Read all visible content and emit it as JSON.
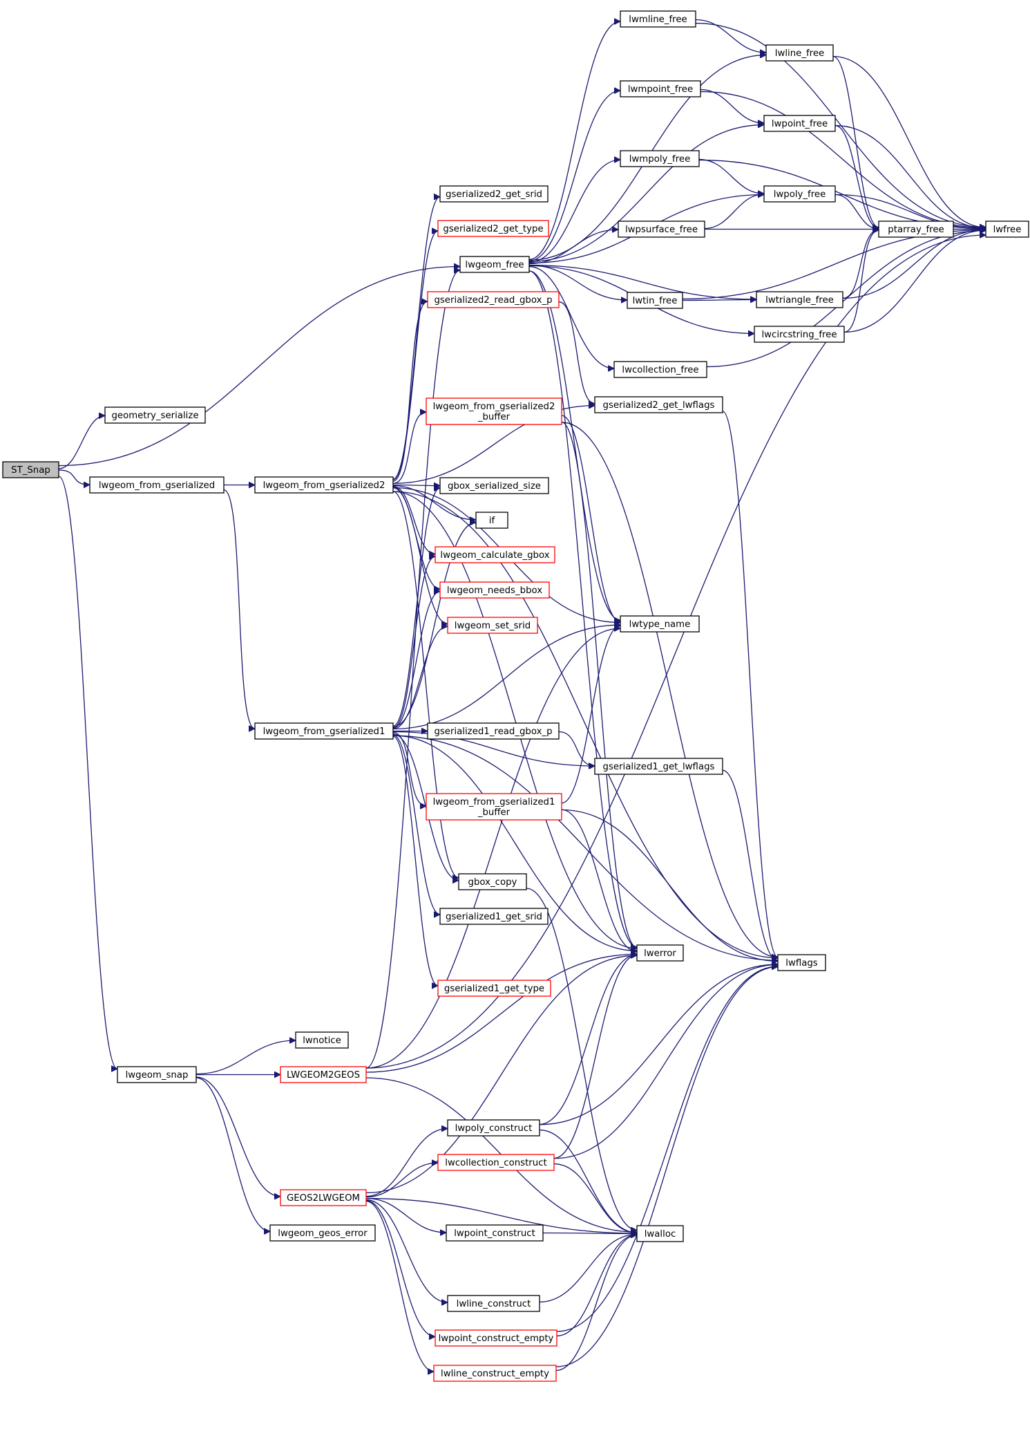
{
  "graph": {
    "nodes": [
      {
        "id": "ST_Snap",
        "lines": [
          "ST_Snap"
        ],
        "style": "root"
      },
      {
        "id": "geometry_serialize",
        "lines": [
          "geometry_serialize"
        ],
        "style": "normal"
      },
      {
        "id": "lwgeom_from_gserialized",
        "lines": [
          "lwgeom_from_gserialized"
        ],
        "style": "normal"
      },
      {
        "id": "lwgeom_free",
        "lines": [
          "lwgeom_free"
        ],
        "style": "normal"
      },
      {
        "id": "lwgeom_snap",
        "lines": [
          "lwgeom_snap"
        ],
        "style": "normal"
      },
      {
        "id": "lwgeom_from_gserialized2",
        "lines": [
          "lwgeom_from_gserialized2"
        ],
        "style": "normal"
      },
      {
        "id": "lwgeom_from_gserialized1",
        "lines": [
          "lwgeom_from_gserialized1"
        ],
        "style": "normal"
      },
      {
        "id": "gserialized2_get_srid",
        "lines": [
          "gserialized2_get_srid"
        ],
        "style": "normal"
      },
      {
        "id": "gserialized2_get_type",
        "lines": [
          "gserialized2_get_type"
        ],
        "style": "red"
      },
      {
        "id": "gserialized2_read_gbox_p",
        "lines": [
          "gserialized2_read_gbox_p"
        ],
        "style": "red"
      },
      {
        "id": "lwgeom_from_gserialized2_buffer",
        "lines": [
          "lwgeom_from_gserialized2",
          "_buffer"
        ],
        "style": "red"
      },
      {
        "id": "gbox_serialized_size",
        "lines": [
          "gbox_serialized_size"
        ],
        "style": "normal"
      },
      {
        "id": "if",
        "lines": [
          "if"
        ],
        "style": "normal"
      },
      {
        "id": "lwgeom_calculate_gbox",
        "lines": [
          "lwgeom_calculate_gbox"
        ],
        "style": "red"
      },
      {
        "id": "lwgeom_needs_bbox",
        "lines": [
          "lwgeom_needs_bbox"
        ],
        "style": "red"
      },
      {
        "id": "lwgeom_set_srid",
        "lines": [
          "lwgeom_set_srid"
        ],
        "style": "red"
      },
      {
        "id": "gserialized1_read_gbox_p",
        "lines": [
          "gserialized1_read_gbox_p"
        ],
        "style": "normal"
      },
      {
        "id": "lwgeom_from_gserialized1_buffer",
        "lines": [
          "lwgeom_from_gserialized1",
          "_buffer"
        ],
        "style": "red"
      },
      {
        "id": "gbox_copy",
        "lines": [
          "gbox_copy"
        ],
        "style": "normal"
      },
      {
        "id": "gserialized1_get_srid",
        "lines": [
          "gserialized1_get_srid"
        ],
        "style": "normal"
      },
      {
        "id": "gserialized1_get_type",
        "lines": [
          "gserialized1_get_type"
        ],
        "style": "red"
      },
      {
        "id": "lwnotice",
        "lines": [
          "lwnotice"
        ],
        "style": "normal"
      },
      {
        "id": "LWGEOM2GEOS",
        "lines": [
          "LWGEOM2GEOS"
        ],
        "style": "red"
      },
      {
        "id": "GEOS2LWGEOM",
        "lines": [
          "GEOS2LWGEOM"
        ],
        "style": "red"
      },
      {
        "id": "lwgeom_geos_error",
        "lines": [
          "lwgeom_geos_error"
        ],
        "style": "normal"
      },
      {
        "id": "lwpoly_construct",
        "lines": [
          "lwpoly_construct"
        ],
        "style": "normal"
      },
      {
        "id": "lwcollection_construct",
        "lines": [
          "lwcollection_construct"
        ],
        "style": "red"
      },
      {
        "id": "lwpoint_construct",
        "lines": [
          "lwpoint_construct"
        ],
        "style": "normal"
      },
      {
        "id": "lwline_construct",
        "lines": [
          "lwline_construct"
        ],
        "style": "normal"
      },
      {
        "id": "lwpoint_construct_empty",
        "lines": [
          "lwpoint_construct_empty"
        ],
        "style": "red"
      },
      {
        "id": "lwline_construct_empty",
        "lines": [
          "lwline_construct_empty"
        ],
        "style": "red"
      },
      {
        "id": "lwmline_free",
        "lines": [
          "lwmline_free"
        ],
        "style": "normal"
      },
      {
        "id": "lwmpoint_free",
        "lines": [
          "lwmpoint_free"
        ],
        "style": "normal"
      },
      {
        "id": "lwmpoly_free",
        "lines": [
          "lwmpoly_free"
        ],
        "style": "normal"
      },
      {
        "id": "lwpsurface_free",
        "lines": [
          "lwpsurface_free"
        ],
        "style": "normal"
      },
      {
        "id": "lwtin_free",
        "lines": [
          "lwtin_free"
        ],
        "style": "normal"
      },
      {
        "id": "lwcollection_free",
        "lines": [
          "lwcollection_free"
        ],
        "style": "normal"
      },
      {
        "id": "gserialized2_get_lwflags",
        "lines": [
          "gserialized2_get_lwflags"
        ],
        "style": "normal"
      },
      {
        "id": "lwtype_name",
        "lines": [
          "lwtype_name"
        ],
        "style": "normal"
      },
      {
        "id": "gserialized1_get_lwflags",
        "lines": [
          "gserialized1_get_lwflags"
        ],
        "style": "normal"
      },
      {
        "id": "lwerror",
        "lines": [
          "lwerror"
        ],
        "style": "normal"
      },
      {
        "id": "lwalloc",
        "lines": [
          "lwalloc"
        ],
        "style": "normal"
      },
      {
        "id": "lwline_free",
        "lines": [
          "lwline_free"
        ],
        "style": "normal"
      },
      {
        "id": "lwpoint_free",
        "lines": [
          "lwpoint_free"
        ],
        "style": "normal"
      },
      {
        "id": "lwpoly_free",
        "lines": [
          "lwpoly_free"
        ],
        "style": "normal"
      },
      {
        "id": "lwtriangle_free",
        "lines": [
          "lwtriangle_free"
        ],
        "style": "normal"
      },
      {
        "id": "lwcircstring_free",
        "lines": [
          "lwcircstring_free"
        ],
        "style": "normal"
      },
      {
        "id": "ptarray_free",
        "lines": [
          "ptarray_free"
        ],
        "style": "normal"
      },
      {
        "id": "lwflags",
        "lines": [
          "lwflags"
        ],
        "style": "normal"
      },
      {
        "id": "lwfree",
        "lines": [
          "lwfree"
        ],
        "style": "normal"
      }
    ],
    "edges": [
      [
        "ST_Snap",
        "geometry_serialize"
      ],
      [
        "ST_Snap",
        "lwgeom_free"
      ],
      [
        "ST_Snap",
        "lwgeom_from_gserialized"
      ],
      [
        "ST_Snap",
        "lwgeom_snap"
      ],
      [
        "lwgeom_from_gserialized",
        "lwgeom_from_gserialized2"
      ],
      [
        "lwgeom_from_gserialized",
        "lwgeom_from_gserialized1"
      ],
      [
        "lwgeom_from_gserialized2",
        "gserialized2_get_srid"
      ],
      [
        "lwgeom_from_gserialized2",
        "gserialized2_get_type"
      ],
      [
        "lwgeom_from_gserialized2",
        "gserialized2_read_gbox_p"
      ],
      [
        "lwgeom_from_gserialized2",
        "lwgeom_from_gserialized2_buffer"
      ],
      [
        "lwgeom_from_gserialized2",
        "gbox_serialized_size"
      ],
      [
        "lwgeom_from_gserialized2",
        "if"
      ],
      [
        "lwgeom_from_gserialized2",
        "lwgeom_calculate_gbox"
      ],
      [
        "lwgeom_from_gserialized2",
        "lwgeom_needs_bbox"
      ],
      [
        "lwgeom_from_gserialized2",
        "lwgeom_set_srid"
      ],
      [
        "lwgeom_from_gserialized2",
        "gbox_copy"
      ],
      [
        "lwgeom_from_gserialized2",
        "lwerror"
      ],
      [
        "lwgeom_from_gserialized2",
        "gserialized2_get_lwflags"
      ],
      [
        "lwgeom_from_gserialized2",
        "lwtype_name"
      ],
      [
        "lwgeom_from_gserialized2",
        "lwflags"
      ],
      [
        "lwgeom_from_gserialized1",
        "gserialized1_read_gbox_p"
      ],
      [
        "lwgeom_from_gserialized1",
        "gserialized1_get_lwflags"
      ],
      [
        "lwgeom_from_gserialized1",
        "lwgeom_from_gserialized1_buffer"
      ],
      [
        "lwgeom_from_gserialized1",
        "gbox_copy"
      ],
      [
        "lwgeom_from_gserialized1",
        "gserialized1_get_srid"
      ],
      [
        "lwgeom_from_gserialized1",
        "gserialized1_get_type"
      ],
      [
        "lwgeom_from_gserialized1",
        "lwerror"
      ],
      [
        "lwgeom_from_gserialized1",
        "lwflags"
      ],
      [
        "lwgeom_from_gserialized1",
        "gbox_serialized_size"
      ],
      [
        "lwgeom_from_gserialized1",
        "if"
      ],
      [
        "lwgeom_from_gserialized1",
        "lwgeom_calculate_gbox"
      ],
      [
        "lwgeom_from_gserialized1",
        "lwgeom_needs_bbox"
      ],
      [
        "lwgeom_from_gserialized1",
        "lwgeom_set_srid"
      ],
      [
        "lwgeom_from_gserialized1",
        "lwtype_name"
      ],
      [
        "gserialized2_read_gbox_p",
        "gserialized2_get_lwflags"
      ],
      [
        "lwgeom_from_gserialized2_buffer",
        "lwtype_name"
      ],
      [
        "lwgeom_from_gserialized2_buffer",
        "lwerror"
      ],
      [
        "lwgeom_from_gserialized2_buffer",
        "lwflags"
      ],
      [
        "gserialized1_read_gbox_p",
        "gserialized1_get_lwflags"
      ],
      [
        "lwgeom_from_gserialized1_buffer",
        "lwtype_name"
      ],
      [
        "lwgeom_from_gserialized1_buffer",
        "lwerror"
      ],
      [
        "lwgeom_from_gserialized1_buffer",
        "lwflags"
      ],
      [
        "gbox_copy",
        "lwalloc"
      ],
      [
        "gserialized2_get_lwflags",
        "lwflags"
      ],
      [
        "gserialized1_get_lwflags",
        "lwflags"
      ],
      [
        "lwgeom_snap",
        "lwnotice"
      ],
      [
        "lwgeom_snap",
        "LWGEOM2GEOS"
      ],
      [
        "lwgeom_snap",
        "GEOS2LWGEOM"
      ],
      [
        "lwgeom_snap",
        "lwgeom_geos_error"
      ],
      [
        "LWGEOM2GEOS",
        "lwerror"
      ],
      [
        "LWGEOM2GEOS",
        "lwalloc"
      ],
      [
        "LWGEOM2GEOS",
        "lwgeom_free"
      ],
      [
        "LWGEOM2GEOS",
        "lwtype_name"
      ],
      [
        "LWGEOM2GEOS",
        "lwfree"
      ],
      [
        "GEOS2LWGEOM",
        "lwpoly_construct"
      ],
      [
        "GEOS2LWGEOM",
        "lwcollection_construct"
      ],
      [
        "GEOS2LWGEOM",
        "lwpoint_construct"
      ],
      [
        "GEOS2LWGEOM",
        "lwline_construct"
      ],
      [
        "GEOS2LWGEOM",
        "lwpoint_construct_empty"
      ],
      [
        "GEOS2LWGEOM",
        "lwline_construct_empty"
      ],
      [
        "GEOS2LWGEOM",
        "lwalloc"
      ],
      [
        "GEOS2LWGEOM",
        "lwerror"
      ],
      [
        "lwpoly_construct",
        "lwerror"
      ],
      [
        "lwpoly_construct",
        "lwflags"
      ],
      [
        "lwpoly_construct",
        "lwalloc"
      ],
      [
        "lwcollection_construct",
        "lwerror"
      ],
      [
        "lwcollection_construct",
        "lwflags"
      ],
      [
        "lwcollection_construct",
        "lwalloc"
      ],
      [
        "lwpoint_construct",
        "lwalloc"
      ],
      [
        "lwline_construct",
        "lwalloc"
      ],
      [
        "lwpoint_construct_empty",
        "lwalloc"
      ],
      [
        "lwpoint_construct_empty",
        "lwflags"
      ],
      [
        "lwline_construct_empty",
        "lwalloc"
      ],
      [
        "lwline_construct_empty",
        "lwflags"
      ],
      [
        "lwgeom_free",
        "lwmline_free"
      ],
      [
        "lwgeom_free",
        "lwline_free"
      ],
      [
        "lwgeom_free",
        "lwmpoint_free"
      ],
      [
        "lwgeom_free",
        "lwpoint_free"
      ],
      [
        "lwgeom_free",
        "lwmpoly_free"
      ],
      [
        "lwgeom_free",
        "lwpoly_free"
      ],
      [
        "lwgeom_free",
        "lwpsurface_free"
      ],
      [
        "lwgeom_free",
        "lwtin_free"
      ],
      [
        "lwgeom_free",
        "lwtriangle_free"
      ],
      [
        "lwgeom_free",
        "lwcircstring_free"
      ],
      [
        "lwgeom_free",
        "lwcollection_free"
      ],
      [
        "lwgeom_free",
        "lwtype_name"
      ],
      [
        "lwgeom_free",
        "lwerror"
      ],
      [
        "lwmline_free",
        "lwline_free"
      ],
      [
        "lwmline_free",
        "lwfree"
      ],
      [
        "lwmpoint_free",
        "lwpoint_free"
      ],
      [
        "lwmpoint_free",
        "lwfree"
      ],
      [
        "lwmpoly_free",
        "lwpoly_free"
      ],
      [
        "lwmpoly_free",
        "lwfree"
      ],
      [
        "lwpsurface_free",
        "lwpoly_free"
      ],
      [
        "lwpsurface_free",
        "lwfree"
      ],
      [
        "lwtin_free",
        "lwtriangle_free"
      ],
      [
        "lwtin_free",
        "lwfree"
      ],
      [
        "lwcollection_free",
        "lwfree"
      ],
      [
        "lwline_free",
        "ptarray_free"
      ],
      [
        "lwline_free",
        "lwfree"
      ],
      [
        "lwpoint_free",
        "ptarray_free"
      ],
      [
        "lwpoint_free",
        "lwfree"
      ],
      [
        "lwpoly_free",
        "ptarray_free"
      ],
      [
        "lwpoly_free",
        "lwfree"
      ],
      [
        "lwtriangle_free",
        "ptarray_free"
      ],
      [
        "lwtriangle_free",
        "lwfree"
      ],
      [
        "lwcircstring_free",
        "ptarray_free"
      ],
      [
        "lwcircstring_free",
        "lwfree"
      ],
      [
        "ptarray_free",
        "lwfree"
      ]
    ]
  }
}
